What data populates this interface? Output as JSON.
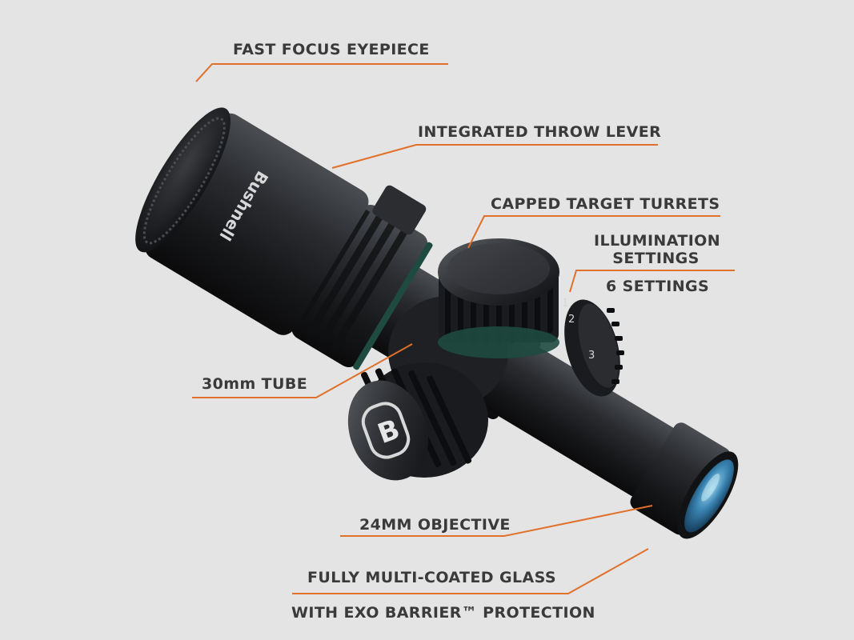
{
  "image": {
    "subject": "riflescope",
    "background_color": "#e4e4e4",
    "callout_line_color": "#e0702a",
    "label_color": "#3a3a3a",
    "body_color": "#1d1f22"
  },
  "brand": {
    "scope_marking": "Bushnell",
    "turret_logo": "B"
  },
  "callouts": {
    "eyepiece": "FAST FOCUS EYEPIECE",
    "throw_lever": "INTEGRATED THROW LEVER",
    "turrets": "CAPPED TARGET TURRETS",
    "illumination_line1": "ILLUMINATION",
    "illumination_line2": "SETTINGS",
    "illumination_count": "6 SETTINGS",
    "tube": "30mm TUBE",
    "objective": "24MM OBJECTIVE",
    "glass_line1": "FULLY MULTI-COATED GLASS",
    "glass_line2": "WITH EXO BARRIER™ PROTECTION"
  },
  "dial_numbers": [
    "1",
    "2",
    "3"
  ]
}
